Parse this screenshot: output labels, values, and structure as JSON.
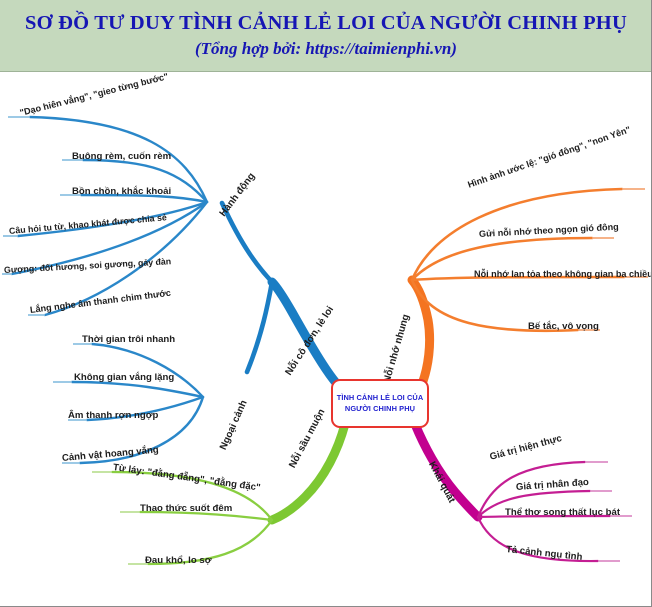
{
  "header": {
    "title": "SƠ ĐỒ TƯ DUY TÌNH CẢNH LẺ LOI CỦA NGƯỜI CHINH PHỤ",
    "subtitle": "(Tổng hợp bởi: https://taimienphi.vn)",
    "background_color": "#c5d9bd",
    "text_color": "#1616b4"
  },
  "center": {
    "line1": "TÌNH CẢNH  LẺ LOI CỦA",
    "line2": "NGƯỜI CHINH PHỤ",
    "border_color": "#e8352e",
    "text_color": "#2222cf"
  },
  "branches": [
    {
      "id": "hanh-dong",
      "label": "Hành động",
      "color": "#1a7dc4",
      "children": [
        "\"Dạo hiên vắng\", \"gieo từng bước\"",
        "Buông rèm, cuốn rèm",
        "Bồn chồn, khắc khoải",
        "Câu hỏi tu từ, khao khát được chia sẻ",
        "Gượng: đốt hương, soi gương, gảy đàn",
        "Lắng nghe âm thanh chim thước"
      ]
    },
    {
      "id": "noi-co-don-le-loi",
      "label": "Nỗi cô đơn, lẻ loi",
      "color": "#1a7dc4",
      "children": []
    },
    {
      "id": "ngoai-canh",
      "label": "Ngoại cảnh",
      "color": "#1a7dc4",
      "children": [
        "Thời gian trôi nhanh",
        "Không gian vắng lặng",
        "Âm thanh rợn ngợp",
        "Cảnh vật hoang vắng"
      ]
    },
    {
      "id": "noi-nho-nhung",
      "label": "Nỗi nhớ nhung",
      "color": "#f47421",
      "children": [
        "Hình ảnh ước lệ: \"gió đông\", \"non Yên\"",
        "Gửi nỗi nhớ theo ngọn gió đông",
        "Nỗi nhớ lan tỏa theo không gian ba chiều",
        "Bế tắc, vô vọng"
      ]
    },
    {
      "id": "khai-quat",
      "label": "Khái quát",
      "color": "#c2008f",
      "children": [
        "Giá trị hiện thực",
        "Giá trị nhân đạo",
        "Thể thơ song thất lục bát",
        "Tả cảnh ngụ tình"
      ]
    },
    {
      "id": "noi-sau-muon",
      "label": "Nỗi sầu muộn",
      "color": "#7dc832",
      "children": [
        "Từ láy: \"đằng đẵng\", \"đằng đặc\"",
        "Thao thức suốt đêm",
        "Đau khổ, lo sợ"
      ]
    }
  ]
}
